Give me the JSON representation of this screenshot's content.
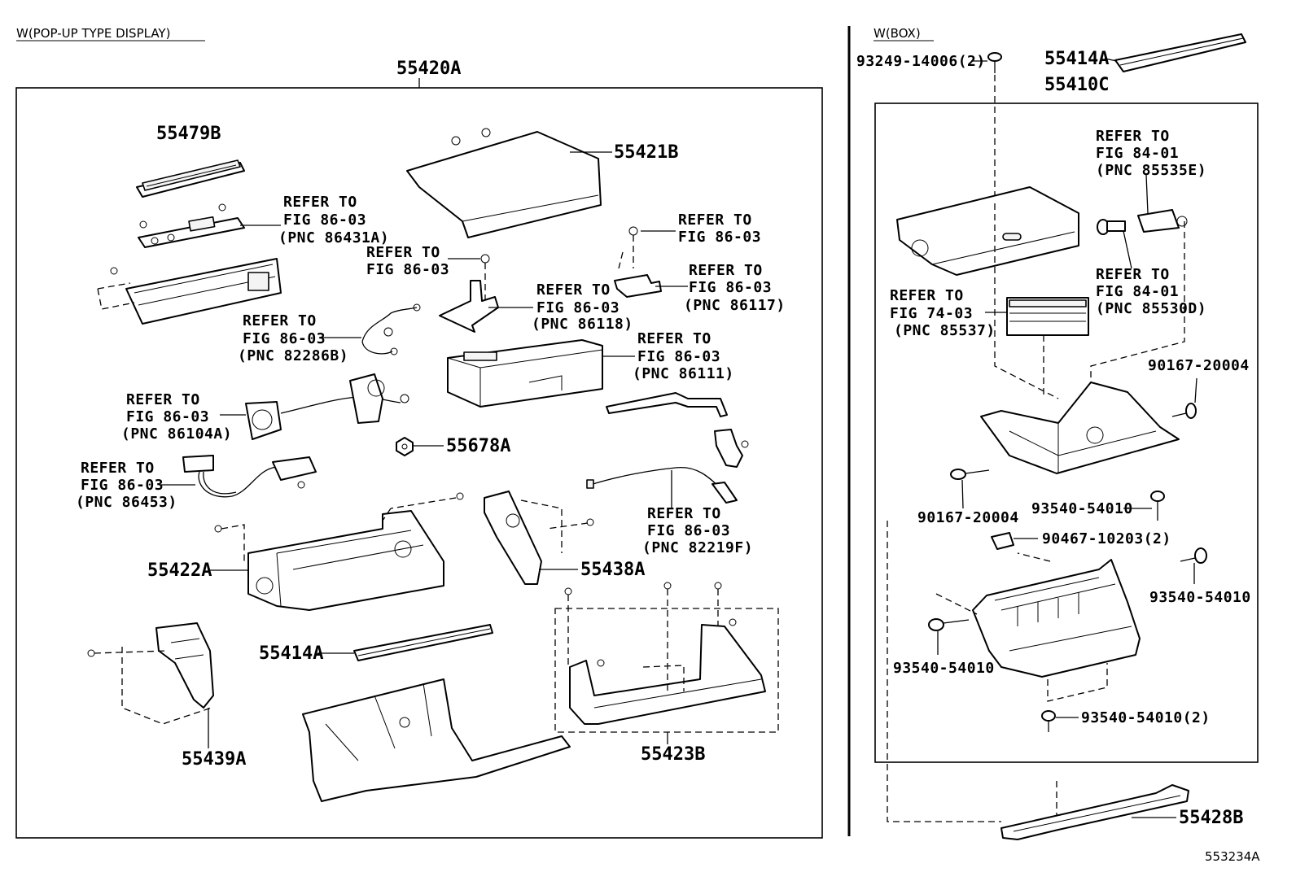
{
  "left_section": {
    "title": "W(POP-UP TYPE DISPLAY)",
    "assembly": "55420A",
    "parts": {
      "p55479B": "55479B",
      "p55421B": "55421B",
      "p55678A": "55678A",
      "p55422A": "55422A",
      "p55438A": "55438A",
      "p55414A": "55414A",
      "p55439A": "55439A",
      "p55423B": "55423B"
    },
    "refs": {
      "r86431A": {
        "l1": "REFER TO",
        "l2": "FIG 86-03",
        "l3": "(PNC 86431A)"
      },
      "r8603a": {
        "l1": "REFER TO",
        "l2": "FIG 86-03"
      },
      "r8603b": {
        "l1": "REFER TO",
        "l2": "FIG 86-03"
      },
      "r86117": {
        "l1": "REFER TO",
        "l2": "FIG 86-03",
        "l3": "(PNC 86117)"
      },
      "r86118": {
        "l1": "REFER TO",
        "l2": "FIG 86-03",
        "l3": "(PNC 86118)"
      },
      "r82286B": {
        "l1": "REFER TO",
        "l2": "FIG 86-03",
        "l3": "(PNC 82286B)"
      },
      "r86111": {
        "l1": "REFER TO",
        "l2": "FIG 86-03",
        "l3": "(PNC 86111)"
      },
      "r86104A": {
        "l1": "REFER TO",
        "l2": "FIG 86-03",
        "l3": "(PNC 86104A)"
      },
      "r86453": {
        "l1": "REFER TO",
        "l2": "FIG 86-03",
        "l3": "(PNC 86453)"
      },
      "r82219F": {
        "l1": "REFER TO",
        "l2": "FIG 86-03",
        "l3": "(PNC 82219F)"
      }
    }
  },
  "right_section": {
    "title": "W(BOX)",
    "assembly": "55410C",
    "parts": {
      "p9324914006": "93249-14006(2)",
      "p55414A": "55414A",
      "p90167a": "90167-20004",
      "p90167b": "90167-20004",
      "p93540a": "93540-54010",
      "p9046710203": "90467-10203(2)",
      "p93540b": "93540-54010",
      "p93540c": "93540-54010",
      "p93540d": "93540-54010(2)",
      "p55428B": "55428B"
    },
    "refs": {
      "r85535E": {
        "l1": "REFER TO",
        "l2": "FIG 84-01",
        "l3": "(PNC 85535E)"
      },
      "r85530D": {
        "l1": "REFER TO",
        "l2": "FIG 84-01",
        "l3": "(PNC 85530D)"
      },
      "r85537": {
        "l1": "REFER TO",
        "l2": "FIG 74-03",
        "l3": "(PNC 85537)"
      }
    }
  },
  "figure_code": "553234A"
}
